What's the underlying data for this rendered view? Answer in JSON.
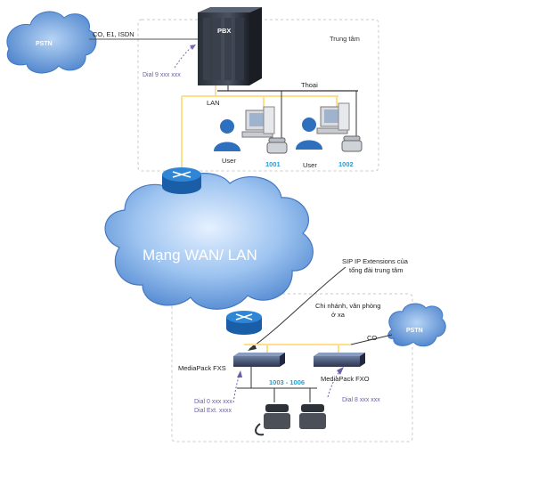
{
  "labels": {
    "pstn_left": "PSTN",
    "pstn_right": "PSTN",
    "co_e1_isdn": "CO, E1, ISDN",
    "pbx": "PBX",
    "trung_tam": "Trung tâm",
    "dial_9": "Dial 9 xxx xxx",
    "thoai": "Thoại",
    "lan": "LAN",
    "user_1": "User",
    "user_2": "User",
    "ext_1001": "1001",
    "ext_1002": "1002",
    "wan_lan": "Mạng WAN/ LAN",
    "sip_line1": "SIP IP Extensions của",
    "sip_line2": "tổng đài trung tâm",
    "branch_line1": "Chi nhánh, văn phòng",
    "branch_line2": "ở xa",
    "co": "CO",
    "mediapack_fxs": "MediaPack FXS",
    "mediapack_fxo": "MediaPack FXO",
    "ext_range": "1003 - 1006",
    "dial_0_line1": "Dial 0 xxx xxx",
    "dial_0_line2": "Dial Ext. xxxx",
    "dial_8": "Dial 8 xxx xxx"
  },
  "colors": {
    "cloud_fill": "#7fb0e6",
    "cloud_dark": "#3f78c8",
    "lan_line": "#ffe08a",
    "ext_text": "#1f9fd6",
    "dial_text": "#6b5fa8",
    "router": "#1e6fb8"
  }
}
